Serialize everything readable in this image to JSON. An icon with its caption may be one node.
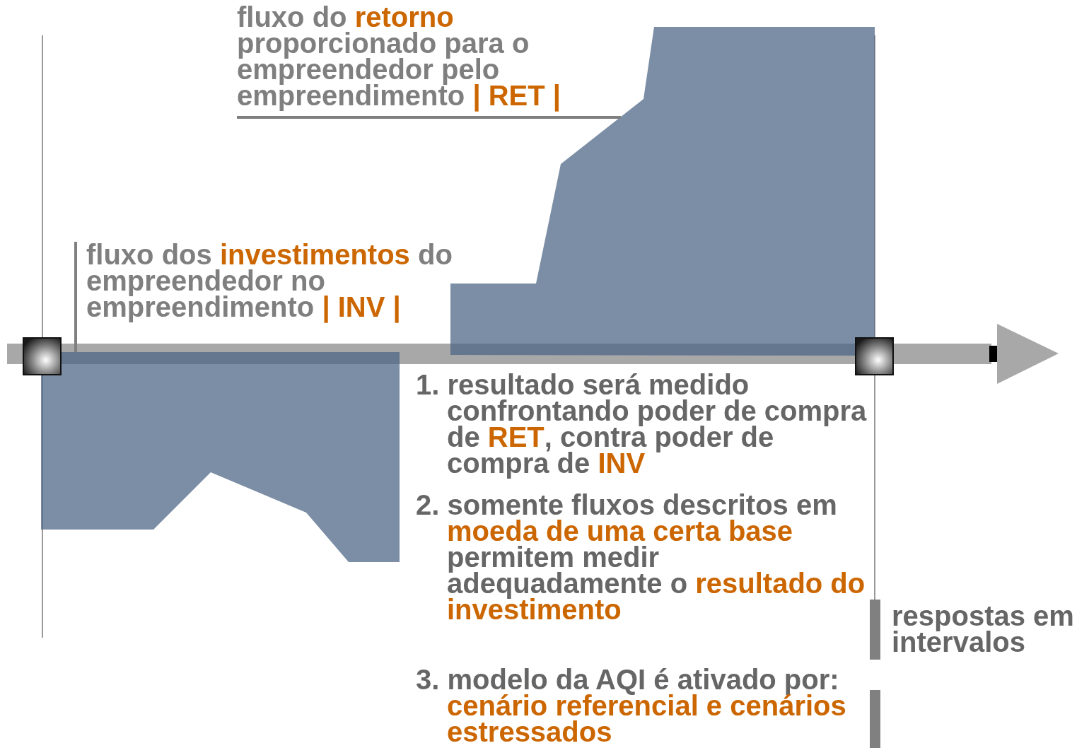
{
  "diagram": {
    "nodes": [
      {
        "text": [
          "fluxo do **retorno** proporcionado para o empreendedor pelo empreendimento **| RET |**"
        ]
      },
      {
        "text": [],
        "shape": "box"
      },
      {
        "text": [
          "fluxo dos **investimentos** do empreendedor no empreendimento **| INV |**"
        ]
      },
      {
        "text": [],
        "shape": "box"
      }
    ],
    "edges": [
      {
        "from": 0,
        "to": 1,
        "arrow": "none"
      },
      {
        "from": 2,
        "to": 3,
        "arrow": "none"
      }
    ],
    "labels": [
      "1. resultado será medido confrontando poder de compra de **RET**, contra poder de compra de **INV**",
      "2. somente fluxos descritos em **moeda de uma certa base** permitem medir adequadamente o **resultado do investimento**",
      "3. modelo da AQI é ativado por: **cenário referencial e cenários estressados**",
      "respostas em intervalos"
    ]
  }
}
